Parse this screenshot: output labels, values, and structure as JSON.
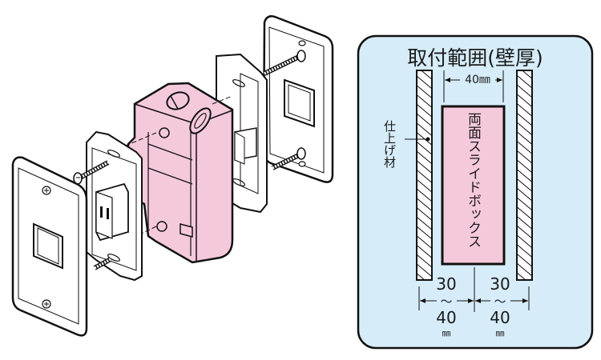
{
  "figure": {
    "description": "Exploded view of wall switch/outlet assembly with double-sided slide box, and mounting range diagram",
    "colors": {
      "box_pink": "#f5c9dc",
      "panel_bg": "#d6ecf9",
      "line": "#111111"
    }
  },
  "exploded_view": {
    "parts": [
      {
        "name": "front-cover-plate",
        "side": "front"
      },
      {
        "name": "mounting-frame-with-outlet",
        "side": "front"
      },
      {
        "name": "double-sided-slide-box",
        "side": "center"
      },
      {
        "name": "mounting-frame-with-outlet",
        "side": "back"
      },
      {
        "name": "back-cover-plate",
        "side": "back"
      }
    ]
  },
  "range_panel": {
    "title": "取付範囲(壁厚)",
    "inner_width_label": "40㎜",
    "finish_material_label": "仕上げ材",
    "box_label": "両面スライドボックス",
    "left_range": {
      "min": "30",
      "separator": "～",
      "max": "40",
      "unit": "㎜"
    },
    "right_range": {
      "min": "30",
      "separator": "～",
      "max": "40",
      "unit": "㎜"
    }
  }
}
